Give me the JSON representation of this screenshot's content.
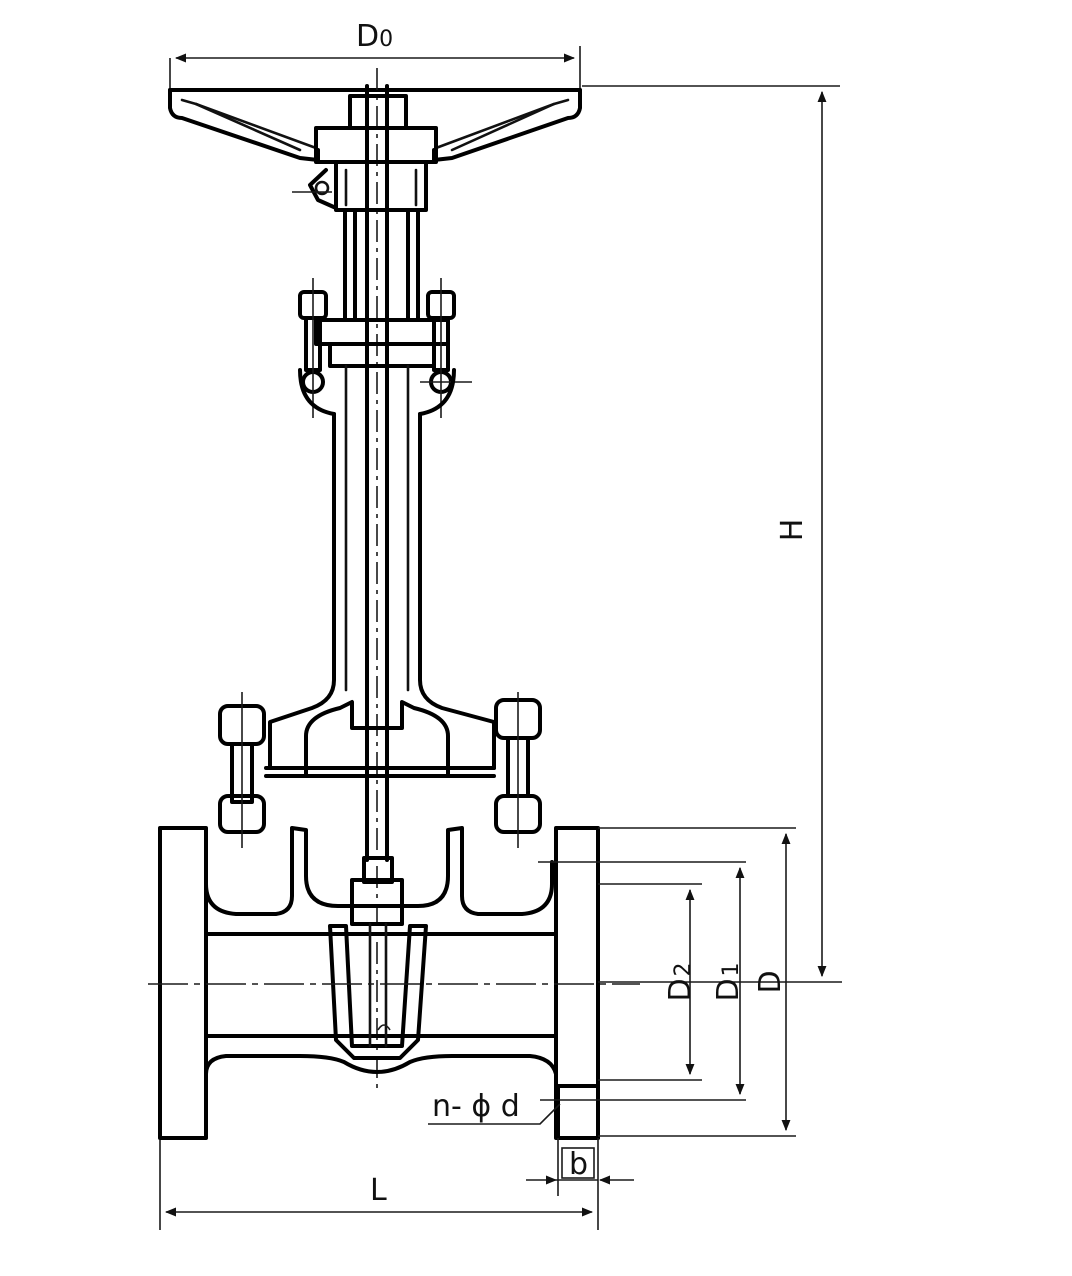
{
  "labels": {
    "D0": {
      "main": "D",
      "sub": "0"
    },
    "H": "H",
    "D2": {
      "main": "D",
      "sub": "2"
    },
    "D1": {
      "main": "D",
      "sub": "1"
    },
    "D": "D",
    "nphid": "n- ϕ d",
    "b": "b",
    "L": "L"
  }
}
